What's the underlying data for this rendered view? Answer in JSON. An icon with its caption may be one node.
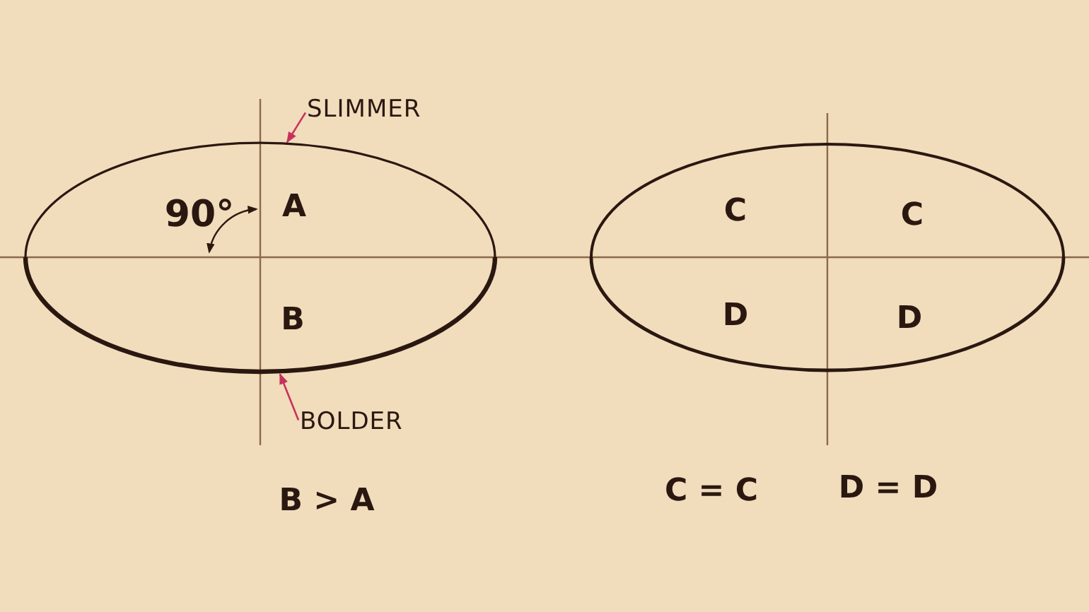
{
  "diagram": {
    "nodes": [
      {
        "text": [],
        "shape": "ellipse"
      },
      {
        "text": [
          "SLIMMER"
        ]
      },
      {
        "text": [
          "BOLDER"
        ]
      },
      {
        "text": [],
        "shape": "ellipse"
      }
    ],
    "edges": [
      {
        "from": 1,
        "to": 0,
        "arrow": "to",
        "color": "#c8325a"
      },
      {
        "from": 2,
        "to": 0,
        "arrow": "to",
        "color": "#c8325a"
      }
    ],
    "labels": [
      "90°",
      "A",
      "B",
      "C",
      "C",
      "D",
      "D",
      "B > A",
      "C = C",
      "D = D"
    ]
  }
}
